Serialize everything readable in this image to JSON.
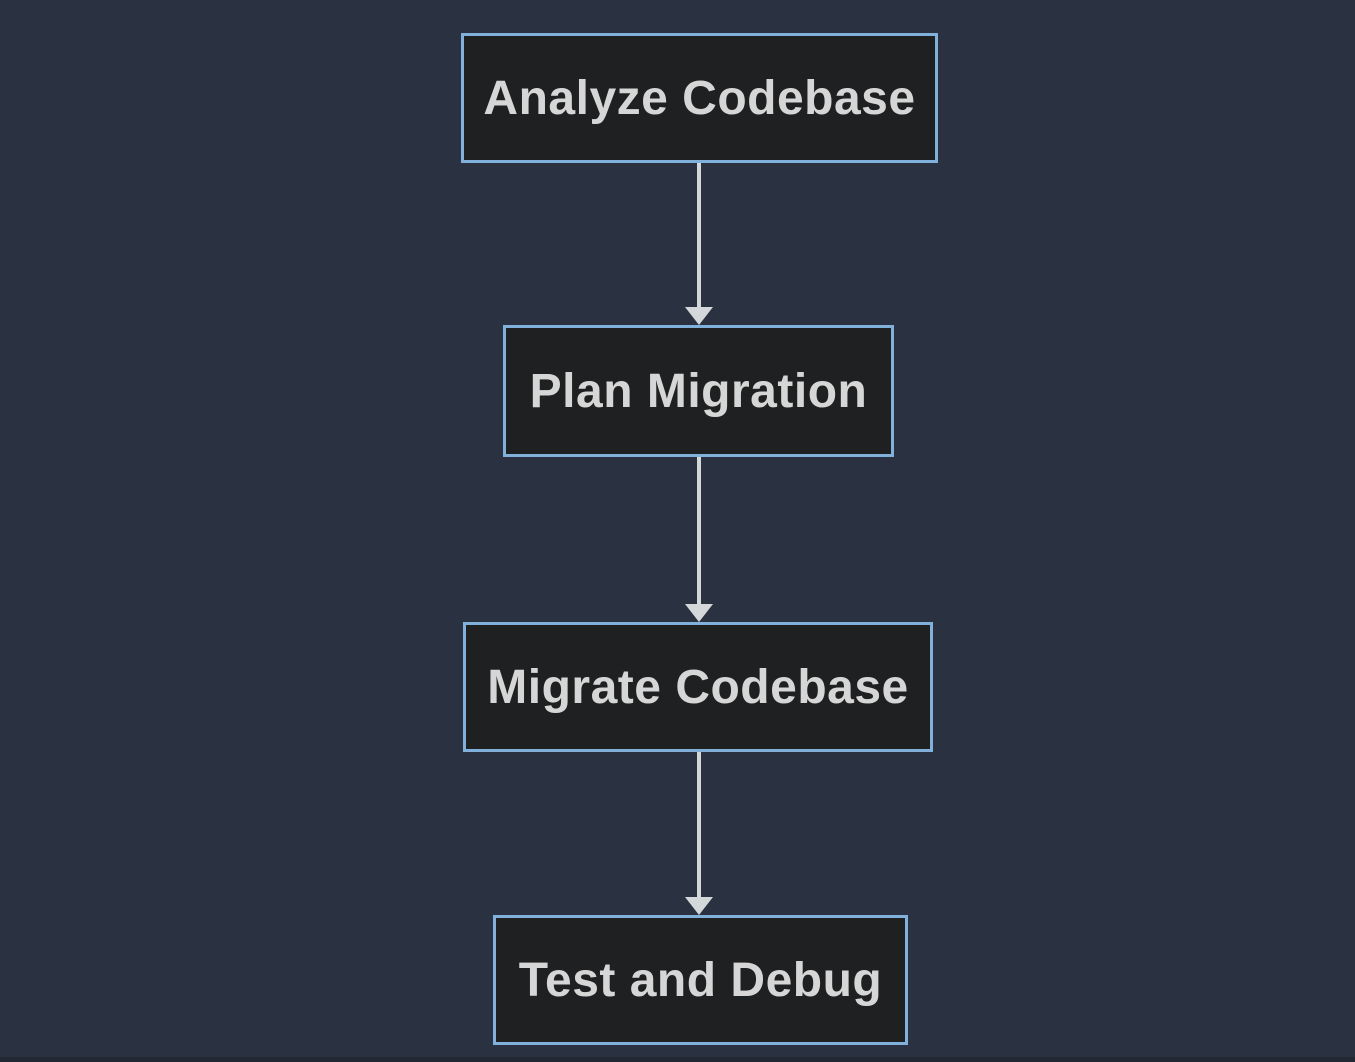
{
  "diagram": {
    "type": "flowchart",
    "direction": "top-down",
    "nodes": [
      {
        "id": "analyze",
        "label": "Analyze Codebase"
      },
      {
        "id": "plan",
        "label": "Plan Migration"
      },
      {
        "id": "migrate",
        "label": "Migrate Codebase"
      },
      {
        "id": "test",
        "label": "Test and Debug"
      }
    ],
    "edges": [
      {
        "from": "analyze",
        "to": "plan"
      },
      {
        "from": "plan",
        "to": "migrate"
      },
      {
        "from": "migrate",
        "to": "test"
      }
    ],
    "colors": {
      "background": "#2a3140",
      "node_fill": "#1f2021",
      "node_border": "#81b1db",
      "node_text": "#d6d6d6",
      "arrow": "#d5d8da"
    }
  }
}
